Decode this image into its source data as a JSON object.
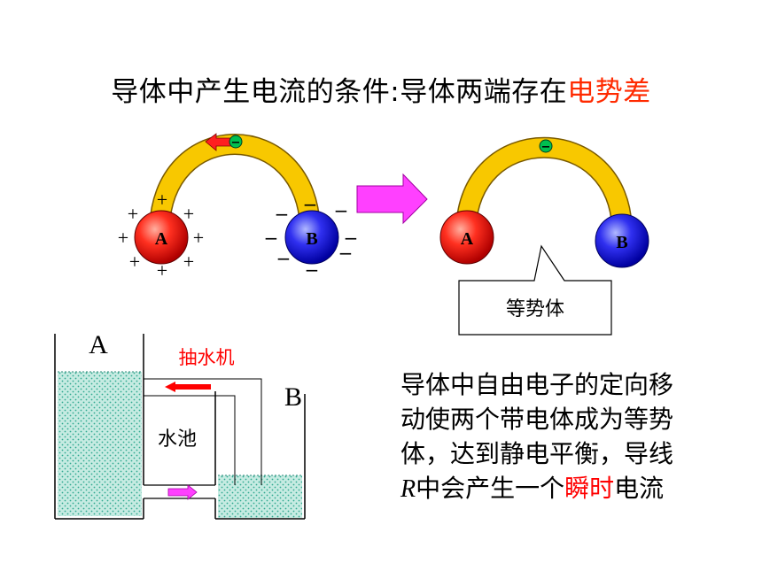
{
  "title": {
    "main": "导体中产生电流的条件:导体两端存在",
    "highlight": "电势差"
  },
  "left_diagram": {
    "sphere_a_label": "A",
    "sphere_b_label": "B",
    "plus_sign": "+",
    "minus_sign": "−",
    "electron_sign": "−"
  },
  "right_diagram": {
    "sphere_a_label": "A",
    "sphere_b_label": "B",
    "electron_sign": "−",
    "callout_text": "等势体"
  },
  "water_analogy": {
    "tank_a_label": "A",
    "tank_b_label": "B",
    "pump_label": "抽水机",
    "pool_label": "水池"
  },
  "description": {
    "line1": "导体中自由电子的定向移",
    "line2": "动使两个带电体成为等势",
    "line3": "体，达到静电平衡，导线",
    "line4_italic": "R",
    "line4_mid": "中会产生一个",
    "line4_red": "瞬时",
    "line4_end": "电流"
  },
  "colors": {
    "sphere_a": "#ff2020",
    "sphere_b": "#2020e0",
    "conductor": "#f8c800",
    "big_arrow": "#ff40ff",
    "pump_arrow": "#ff0000",
    "electron": "#00b050",
    "water": "#c8ece4",
    "highlight_text": "#ff2a00"
  }
}
